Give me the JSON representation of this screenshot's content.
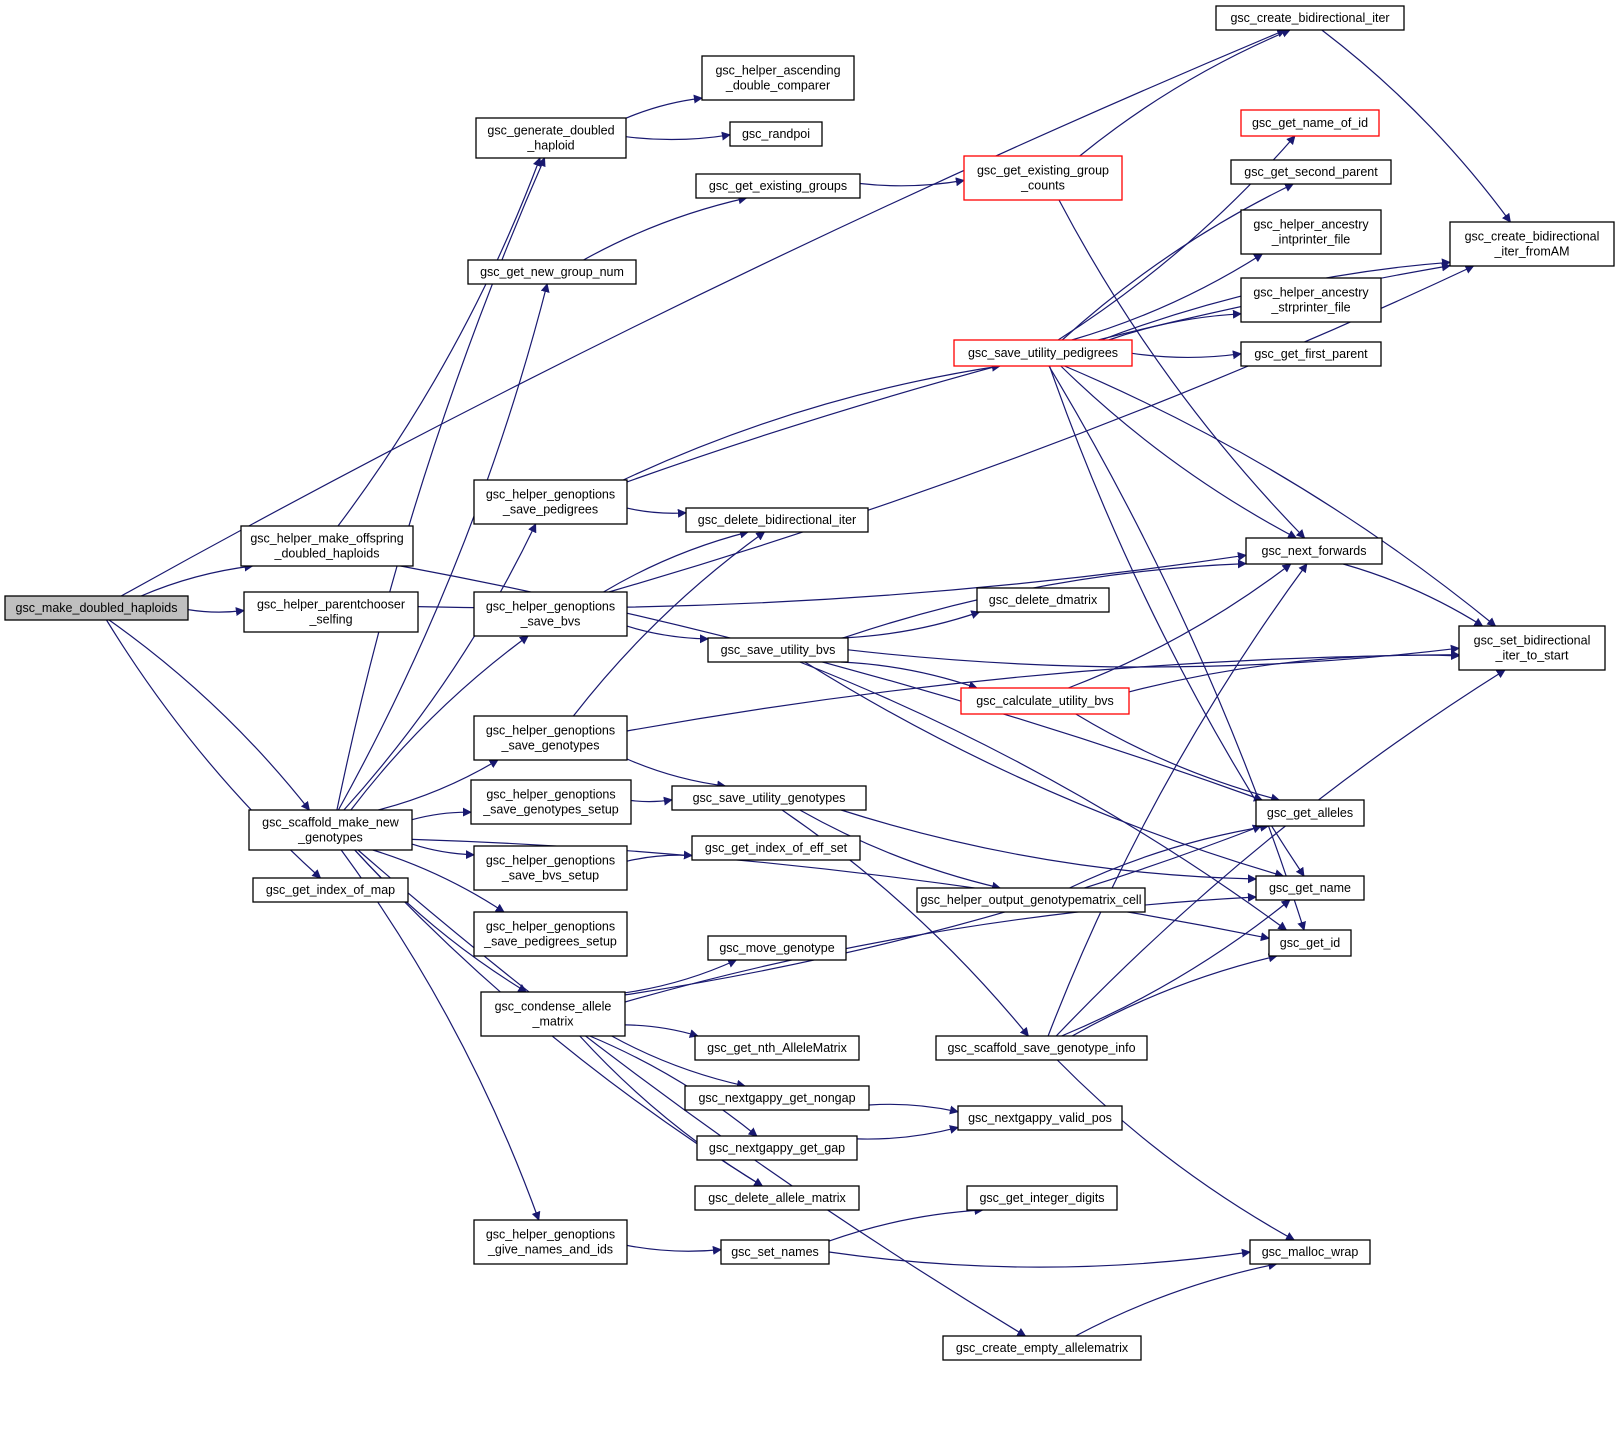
{
  "colors": {
    "edge": "#191970",
    "node_border": "#000000",
    "truncated_border": "#ff0000",
    "root_fill": "#bfbfbf"
  },
  "nodes": [
    {
      "id": "root",
      "lines": [
        "gsc_make_doubled_haploids"
      ],
      "style": "root"
    },
    {
      "id": "hmo",
      "lines": [
        "gsc_helper_make_offspring",
        "_doubled_haploids"
      ]
    },
    {
      "id": "hps",
      "lines": [
        "gsc_helper_parentchooser",
        "_selfing"
      ]
    },
    {
      "id": "smng",
      "lines": [
        "gsc_scaffold_make_new",
        "_genotypes"
      ]
    },
    {
      "id": "gim",
      "lines": [
        "gsc_get_index_of_map"
      ]
    },
    {
      "id": "gdh",
      "lines": [
        "gsc_generate_doubled",
        "_haploid"
      ]
    },
    {
      "id": "hadc",
      "lines": [
        "gsc_helper_ascending",
        "_double_comparer"
      ]
    },
    {
      "id": "rp",
      "lines": [
        "gsc_randpoi"
      ]
    },
    {
      "id": "geg",
      "lines": [
        "gsc_get_existing_groups"
      ]
    },
    {
      "id": "gngn",
      "lines": [
        "gsc_get_new_group_num"
      ]
    },
    {
      "id": "gegc",
      "lines": [
        "gsc_get_existing_group",
        "_counts"
      ],
      "style": "trunc"
    },
    {
      "id": "cbi",
      "lines": [
        "gsc_create_bidirectional_iter"
      ]
    },
    {
      "id": "gnoi",
      "lines": [
        "gsc_get_name_of_id"
      ],
      "style": "trunc"
    },
    {
      "id": "gsp",
      "lines": [
        "gsc_get_second_parent"
      ]
    },
    {
      "id": "haif",
      "lines": [
        "gsc_helper_ancestry",
        "_intprinter_file"
      ]
    },
    {
      "id": "hasf",
      "lines": [
        "gsc_helper_ancestry",
        "_strprinter_file"
      ]
    },
    {
      "id": "gfp",
      "lines": [
        "gsc_get_first_parent"
      ]
    },
    {
      "id": "sup",
      "lines": [
        "gsc_save_utility_pedigrees"
      ],
      "style": "trunc"
    },
    {
      "id": "cbiam",
      "lines": [
        "gsc_create_bidirectional",
        "_iter_fromAM"
      ]
    },
    {
      "id": "hgsp",
      "lines": [
        "gsc_helper_genoptions",
        "_save_pedigrees"
      ]
    },
    {
      "id": "dbi",
      "lines": [
        "gsc_delete_bidirectional_iter"
      ]
    },
    {
      "id": "gnf",
      "lines": [
        "gsc_next_forwards"
      ]
    },
    {
      "id": "hgsb",
      "lines": [
        "gsc_helper_genoptions",
        "_save_bvs"
      ]
    },
    {
      "id": "sub",
      "lines": [
        "gsc_save_utility_bvs"
      ]
    },
    {
      "id": "ddm",
      "lines": [
        "gsc_delete_dmatrix"
      ]
    },
    {
      "id": "sbits",
      "lines": [
        "gsc_set_bidirectional",
        "_iter_to_start"
      ]
    },
    {
      "id": "cub",
      "lines": [
        "gsc_calculate_utility_bvs"
      ],
      "style": "trunc"
    },
    {
      "id": "hgsg",
      "lines": [
        "gsc_helper_genoptions",
        "_save_genotypes"
      ]
    },
    {
      "id": "hgsgs",
      "lines": [
        "gsc_helper_genoptions",
        "_save_genotypes_setup"
      ]
    },
    {
      "id": "sug",
      "lines": [
        "gsc_save_utility_genotypes"
      ]
    },
    {
      "id": "ga",
      "lines": [
        "gsc_get_alleles"
      ]
    },
    {
      "id": "hgsbs",
      "lines": [
        "gsc_helper_genoptions",
        "_save_bvs_setup"
      ]
    },
    {
      "id": "gies",
      "lines": [
        "gsc_get_index_of_eff_set"
      ]
    },
    {
      "id": "hogc",
      "lines": [
        "gsc_helper_output_genotypematrix_cell"
      ]
    },
    {
      "id": "gname",
      "lines": [
        "gsc_get_name"
      ]
    },
    {
      "id": "hgsps",
      "lines": [
        "gsc_helper_genoptions",
        "_save_pedigrees_setup"
      ]
    },
    {
      "id": "mg",
      "lines": [
        "gsc_move_genotype"
      ]
    },
    {
      "id": "gid",
      "lines": [
        "gsc_get_id"
      ]
    },
    {
      "id": "cam",
      "lines": [
        "gsc_condense_allele",
        "_matrix"
      ]
    },
    {
      "id": "gnam",
      "lines": [
        "gsc_get_nth_AlleleMatrix"
      ]
    },
    {
      "id": "ssgi",
      "lines": [
        "gsc_scaffold_save_genotype_info"
      ]
    },
    {
      "id": "nggn",
      "lines": [
        "gsc_nextgappy_get_nongap"
      ]
    },
    {
      "id": "ngvp",
      "lines": [
        "gsc_nextgappy_valid_pos"
      ]
    },
    {
      "id": "nggg",
      "lines": [
        "gsc_nextgappy_get_gap"
      ]
    },
    {
      "id": "dam",
      "lines": [
        "gsc_delete_allele_matrix"
      ]
    },
    {
      "id": "gid2",
      "lines": [
        "gsc_get_integer_digits"
      ]
    },
    {
      "id": "hggn",
      "lines": [
        "gsc_helper_genoptions",
        "_give_names_and_ids"
      ]
    },
    {
      "id": "sn",
      "lines": [
        "gsc_set_names"
      ]
    },
    {
      "id": "mw",
      "lines": [
        "gsc_malloc_wrap"
      ]
    },
    {
      "id": "cea",
      "lines": [
        "gsc_create_empty_allelematrix"
      ]
    }
  ],
  "edges": [
    [
      "root",
      "hmo"
    ],
    [
      "root",
      "hps"
    ],
    [
      "root",
      "smng"
    ],
    [
      "root",
      "gim"
    ],
    [
      "root",
      "cbi"
    ],
    [
      "hmo",
      "gdh"
    ],
    [
      "hmo",
      "ga"
    ],
    [
      "hps",
      "gnf"
    ],
    [
      "gdh",
      "hadc"
    ],
    [
      "gdh",
      "rp"
    ],
    [
      "gngn",
      "geg"
    ],
    [
      "geg",
      "gegc"
    ],
    [
      "gegc",
      "cbi"
    ],
    [
      "gegc",
      "gnf"
    ],
    [
      "cbi",
      "cbiam"
    ],
    [
      "smng",
      "gngn"
    ],
    [
      "smng",
      "gdh"
    ],
    [
      "smng",
      "hgsp"
    ],
    [
      "smng",
      "hgsb"
    ],
    [
      "smng",
      "hgsg"
    ],
    [
      "smng",
      "hgsgs"
    ],
    [
      "smng",
      "hgsbs"
    ],
    [
      "smng",
      "hgsps"
    ],
    [
      "smng",
      "cam"
    ],
    [
      "smng",
      "hggn"
    ],
    [
      "smng",
      "dam"
    ],
    [
      "smng",
      "gid"
    ],
    [
      "smng",
      "cea"
    ],
    [
      "hgsp",
      "sup"
    ],
    [
      "hgsp",
      "dbi"
    ],
    [
      "hgsp",
      "cbiam"
    ],
    [
      "hgsb",
      "sub"
    ],
    [
      "hgsb",
      "dbi"
    ],
    [
      "hgsb",
      "cbiam"
    ],
    [
      "hgsg",
      "dbi"
    ],
    [
      "hgsg",
      "sug"
    ],
    [
      "hgsg",
      "sbits"
    ],
    [
      "hgsgs",
      "sug"
    ],
    [
      "hgsbs",
      "gies"
    ],
    [
      "sup",
      "gnoi"
    ],
    [
      "sup",
      "gsp"
    ],
    [
      "sup",
      "haif"
    ],
    [
      "sup",
      "hasf"
    ],
    [
      "sup",
      "gfp"
    ],
    [
      "sup",
      "cbiam"
    ],
    [
      "sup",
      "gnf"
    ],
    [
      "sup",
      "sbits"
    ],
    [
      "sup",
      "gname"
    ],
    [
      "sup",
      "gid"
    ],
    [
      "sub",
      "ddm"
    ],
    [
      "sub",
      "cub"
    ],
    [
      "sub",
      "sbits"
    ],
    [
      "sub",
      "gnf"
    ],
    [
      "sub",
      "gname"
    ],
    [
      "sub",
      "gid"
    ],
    [
      "cub",
      "gnf"
    ],
    [
      "cub",
      "sbits"
    ],
    [
      "cub",
      "ga"
    ],
    [
      "gnf",
      "sbits"
    ],
    [
      "sug",
      "hogc"
    ],
    [
      "sug",
      "ssgi"
    ],
    [
      "sug",
      "gname"
    ],
    [
      "hogc",
      "ga"
    ],
    [
      "cam",
      "mg"
    ],
    [
      "cam",
      "gnam"
    ],
    [
      "cam",
      "nggn"
    ],
    [
      "cam",
      "nggg"
    ],
    [
      "cam",
      "dam"
    ],
    [
      "cam",
      "gname"
    ],
    [
      "cam",
      "ga"
    ],
    [
      "nggn",
      "ngvp"
    ],
    [
      "nggg",
      "ngvp"
    ],
    [
      "ssgi",
      "gnf"
    ],
    [
      "ssgi",
      "gname"
    ],
    [
      "ssgi",
      "gid"
    ],
    [
      "ssgi",
      "mw"
    ],
    [
      "ssgi",
      "sbits"
    ],
    [
      "hggn",
      "sn"
    ],
    [
      "sn",
      "gid2"
    ],
    [
      "sn",
      "mw"
    ],
    [
      "cea",
      "mw"
    ]
  ]
}
